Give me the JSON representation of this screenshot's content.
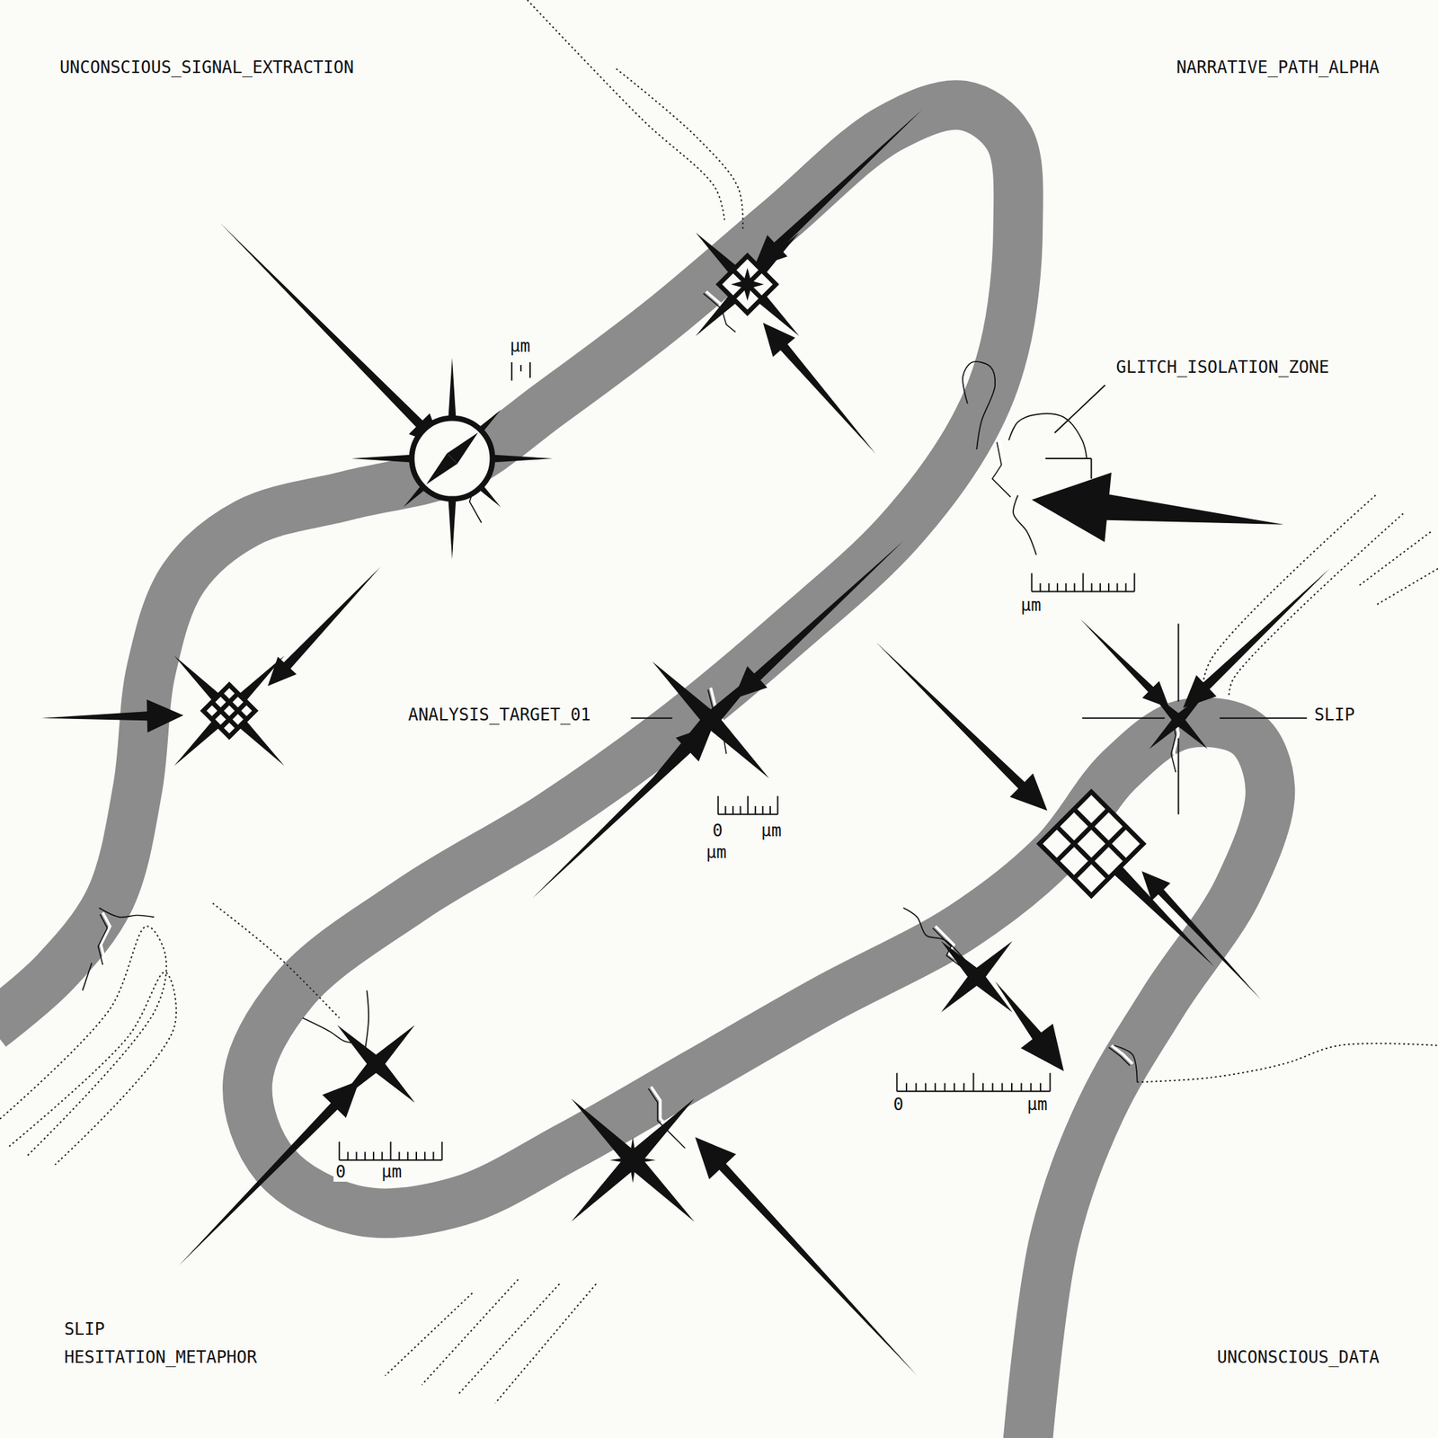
{
  "diagram": {
    "labels": [
      "UNCONSCIOUS_SIGNAL_EXTRACTION",
      "NARRATIVE_PATH_ALPHA",
      "µm",
      "GLITCH_ISOLATION_ZONE",
      "µm",
      "ANALYSIS_TARGET_01",
      "SLIP",
      "0",
      "µm",
      "µm",
      "0",
      "µm",
      "0",
      "µm",
      "SLIP",
      "HESITATION_METAPHOR",
      "UNCONSCIOUS_DATA"
    ]
  }
}
